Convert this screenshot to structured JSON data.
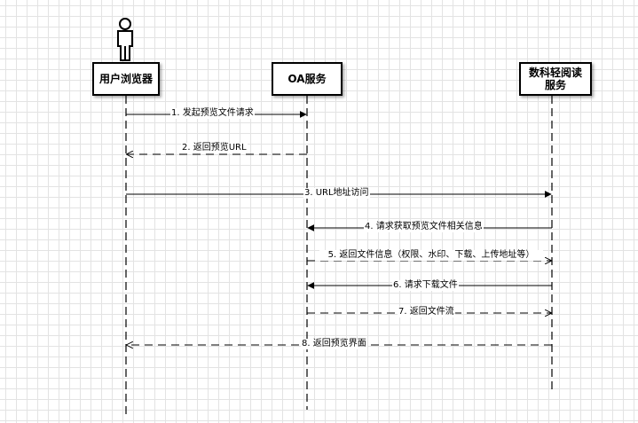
{
  "participants": {
    "browser": "用户浏览器",
    "oa": "OA服务",
    "reader": "数科轻阅读服务"
  },
  "messages": [
    {
      "label": "1. 发起预览文件请求",
      "from": "browser",
      "to": "oa",
      "style": "solid"
    },
    {
      "label": "2. 返回预览URL",
      "from": "oa",
      "to": "browser",
      "style": "dashed"
    },
    {
      "label": "3. URL地址访问",
      "from": "browser",
      "to": "reader",
      "style": "solid"
    },
    {
      "label": "4. 请求获取预览文件相关信息",
      "from": "reader",
      "to": "oa",
      "style": "solid"
    },
    {
      "label": "5. 返回文件信息（权限、水印、下载、上传地址等）",
      "from": "oa",
      "to": "reader",
      "style": "dashed"
    },
    {
      "label": "6. 请求下载文件",
      "from": "reader",
      "to": "oa",
      "style": "solid"
    },
    {
      "label": "7. 返回文件流",
      "from": "oa",
      "to": "reader",
      "style": "dashed"
    },
    {
      "label": "8. 返回预览界面",
      "from": "reader",
      "to": "browser",
      "style": "dashed"
    }
  ]
}
